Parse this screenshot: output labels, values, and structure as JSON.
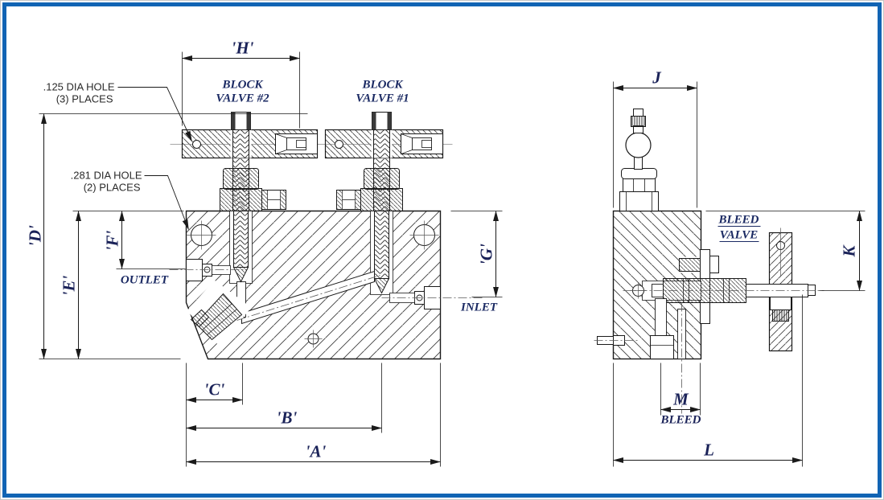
{
  "drawing": {
    "front_view": {
      "block_valve_2": {
        "line1": "BLOCK",
        "line2": "VALVE #2"
      },
      "block_valve_1": {
        "line1": "BLOCK",
        "line2": "VALVE #1"
      },
      "note_125": {
        "line1": ".125 DIA HOLE",
        "line2": "(3) PLACES"
      },
      "note_281": {
        "line1": ".281 DIA HOLE",
        "line2": "(2) PLACES"
      },
      "outlet_label": "OUTLET",
      "inlet_label": "INLET",
      "dims": {
        "a": "'A'",
        "b": "'B'",
        "c": "'C'",
        "d": "'D'",
        "e": "'E'",
        "f": "'F'",
        "g": "'G'",
        "h": "'H'"
      }
    },
    "side_view": {
      "bleed_valve_label": {
        "line1": "BLEED",
        "line2": "VALVE"
      },
      "bleed_label": "BLEED",
      "dims": {
        "j": "J",
        "k": "K",
        "l": "L",
        "m": "M"
      }
    },
    "colors": {
      "frame_border": "#1164b4",
      "line_ink": "#1a1a1a",
      "label_text": "#1b2a63",
      "dim_text": "#1a2258"
    }
  }
}
